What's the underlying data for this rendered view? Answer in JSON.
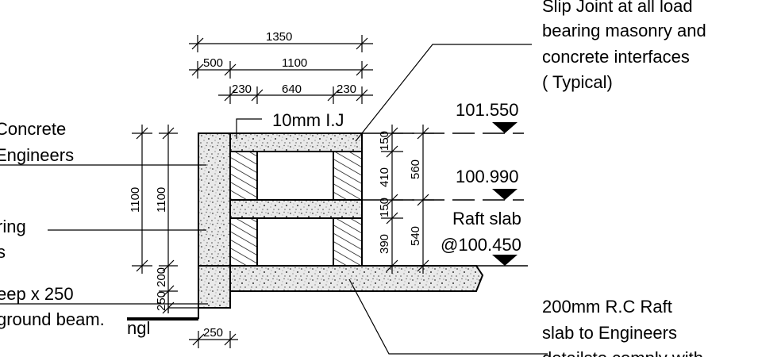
{
  "dimensions": {
    "overall_width": "1350",
    "footing_left": "500",
    "wall_span": "1100",
    "left_wall": "230",
    "opening": "640",
    "right_wall": "230",
    "height_outer": "1100",
    "height_inner": "1100",
    "beam_depth": "200",
    "ground_beam_depth": "250",
    "ground_beam_width": "250",
    "top_beam": "150",
    "upper_panel": "410",
    "mid_beam": "150",
    "lower_panel": "390",
    "upper_total": "560",
    "lower_total": "540"
  },
  "levels": {
    "top": "101.550",
    "middle": "100.990",
    "raft": "@100.450",
    "raft_label": "Raft slab"
  },
  "notes": {
    "isolation_joint": "10mm I.J",
    "ngl": "ngl",
    "slip_joint": [
      "Slip Joint at all load",
      "bearing masonry and",
      "concrete interfaces",
      "( Typical)"
    ],
    "raft_note": [
      "200mm R.C Raft",
      "slab to Engineers",
      "detailsto comply with"
    ],
    "left_note_1": [
      "Concrete",
      "Engineers"
    ],
    "left_note_2": [
      "ring",
      "s"
    ],
    "left_note_3": [
      "eep x 250",
      "ground beam."
    ]
  }
}
